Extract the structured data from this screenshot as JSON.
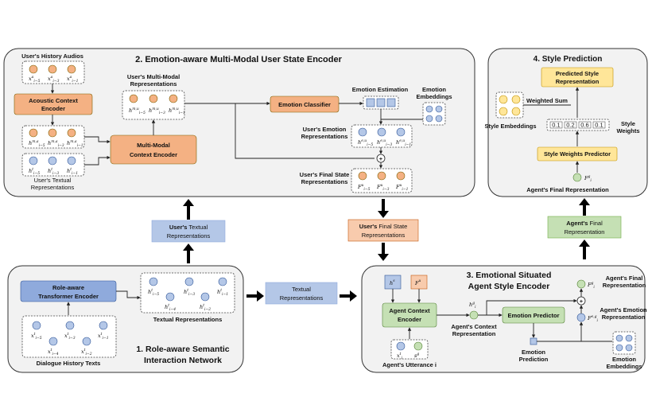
{
  "panels": {
    "encoder": {
      "title": "2. Emotion-aware Multi-Modal User State Encoder"
    },
    "style": {
      "title": "4. Style Prediction"
    },
    "interaction": {
      "title_line1": "1. Role-aware Semantic",
      "title_line2": "Interaction Network"
    },
    "agent": {
      "title_line1": "3. Emotional Situated",
      "title_line2": "Agent Style Encoder"
    }
  },
  "encoder": {
    "history_audios": "User's History Audios",
    "acoustic_line1": "Acoustic Context",
    "acoustic_line2": "Encoder",
    "textual_reps_line1": "User's Textual",
    "textual_reps_line2": "Representations",
    "mm_reps_line1": "User's Multi-Modal",
    "mm_reps_line2": "Representations",
    "mm_encoder_line1": "Multi-Modal",
    "mm_encoder_line2": "Context Encoder",
    "emotion_classifier": "Emotion Classifier",
    "emotion_estimation": "Emotion Estimation",
    "emotion_embeddings_line1": "Emotion",
    "emotion_embeddings_line2": "Embeddings",
    "emotion_reps_line1": "User's Emotion",
    "emotion_reps_line2": "Representations",
    "final_state_line1": "User's Final State",
    "final_state_line2": "Representations",
    "plus": "+"
  },
  "style": {
    "predicted_line1": "Predicted Style",
    "predicted_line2": "Representation",
    "weighted_sum": "Weighted Sum",
    "style_embeddings": "Style Embeddings",
    "weights": [
      "0.1",
      "0.2",
      "0.6",
      "0.1"
    ],
    "style_weights_line1": "Style",
    "style_weights_line2": "Weights",
    "predictor": "Style Weights Predictor",
    "agent_final": "Agent's Final Representation"
  },
  "middle": {
    "user_textual_bold": "User's",
    "user_textual_rest": " Textual",
    "user_textual_line2": "Representations",
    "user_final_bold": "User's",
    "user_final_rest": " Final State",
    "user_final_line2": "Representations",
    "agent_final_bold": "Agent's",
    "agent_final_rest": " Final",
    "agent_final_line2": "Representation",
    "textual_line1": "Textual",
    "textual_line2": "Representations"
  },
  "interaction": {
    "transformer_line1": "Role-aware",
    "transformer_line2": "Transformer Encoder",
    "textual_reps": "Textual Representations",
    "dialogue_texts": "Dialogue History Texts"
  },
  "agent": {
    "hs": "h",
    "fu": "F",
    "context_encoder_line1": "Agent Context",
    "context_encoder_line2": "Encoder",
    "context_rep_line1": "Agent's Context",
    "context_rep_line2": "Representation",
    "emotion_predictor": "Emotion Predictor",
    "emotion_prediction_line1": "Emotion",
    "emotion_prediction_line2": "Prediction",
    "utterance": "Agent's Utterance i",
    "final_line1": "Agent's Final",
    "final_line2": "Representation",
    "emotion_rep_line1": "Agent's Emotion",
    "emotion_rep_line2": "Representation",
    "emotion_embeddings_line1": "Emotion",
    "emotion_embeddings_line2": "Embeddings",
    "plus": "+"
  },
  "colors": {
    "orange": "#f4b183",
    "blue": "#b4c7e7",
    "dark_blue": "#8faadc",
    "green": "#c5e0b4",
    "yellow": "#ffe699",
    "panel": "#f2f2f2"
  }
}
